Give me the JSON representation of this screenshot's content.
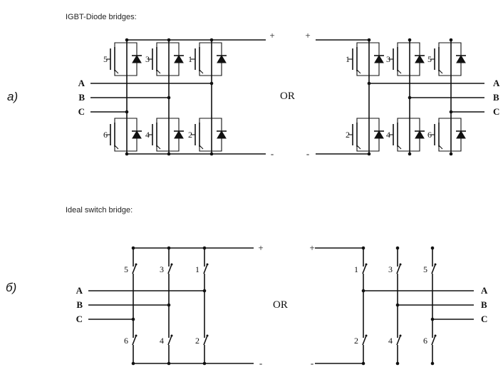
{
  "heading_igbt": "IGBT-Diode bridges:",
  "heading_ideal": "Ideal switch bridge:",
  "row_a_label": "a)",
  "row_b_label": "б)",
  "or_text": "OR",
  "terminals": [
    "A",
    "B",
    "C"
  ],
  "plus": "+",
  "minus": "-",
  "switch_labels": {
    "left_top": [
      "5",
      "3",
      "1"
    ],
    "left_bottom": [
      "6",
      "4",
      "2"
    ],
    "right_top": [
      "1",
      "3",
      "5"
    ],
    "right_bottom": [
      "2",
      "4",
      "6"
    ]
  }
}
